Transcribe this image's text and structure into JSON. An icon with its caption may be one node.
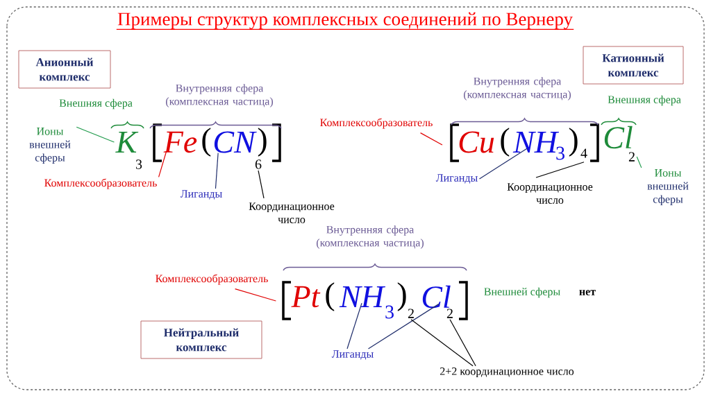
{
  "diagram": {
    "title": "Примеры структур комплексных соединений по Вернеру",
    "nodes": [
      {
        "text": [
          "Анионный комплекс"
        ]
      },
      {
        "text": [
          "Ионы",
          "внешней сферы"
        ]
      },
      {
        "text": [
          "K"
        ]
      },
      {
        "text": [
          "3"
        ]
      },
      {
        "text": [
          "Fe"
        ]
      },
      {
        "text": [
          "CN"
        ]
      },
      {
        "text": [
          "6"
        ]
      },
      {
        "text": [
          "Комплексообразователь"
        ]
      },
      {
        "text": [
          "Лиганды"
        ]
      },
      {
        "text": [
          "Координационное число"
        ]
      },
      {
        "text": [
          "Катионный комплекс"
        ]
      },
      {
        "text": [
          "Комплексообразователь"
        ]
      },
      {
        "text": [
          "Cu"
        ]
      },
      {
        "text": [
          "NH"
        ]
      },
      {
        "text": [
          "3"
        ]
      },
      {
        "text": [
          "4"
        ]
      },
      {
        "text": [
          "Cl"
        ]
      },
      {
        "text": [
          "2"
        ]
      },
      {
        "text": [
          "Лиганды"
        ]
      },
      {
        "text": [
          "Координационное число"
        ]
      },
      {
        "text": [
          "Ионы",
          "внешней сферы"
        ]
      },
      {
        "text": [
          "Комплексообразователь"
        ]
      },
      {
        "text": [
          "Pt"
        ]
      },
      {
        "text": [
          "NH"
        ]
      },
      {
        "text": [
          "3"
        ]
      },
      {
        "text": [
          "2"
        ]
      },
      {
        "text": [
          "Cl"
        ]
      },
      {
        "text": [
          "2"
        ]
      },
      {
        "text": [
          "Нейтральный комплекс"
        ]
      },
      {
        "text": [
          "Лиганды"
        ]
      },
      {
        "text": [
          "2+2 координационное число"
        ]
      }
    ],
    "edges": [
      {
        "from": 1,
        "to": 2,
        "arrow": "none",
        "color": "#1e9a4a"
      },
      {
        "from": 7,
        "to": 4,
        "arrow": "none",
        "color": "#e00000"
      },
      {
        "from": 8,
        "to": 5,
        "arrow": "none",
        "color": "#1f2d6b"
      },
      {
        "from": 9,
        "to": 6,
        "arrow": "none",
        "color": "#000000"
      },
      {
        "from": 11,
        "to": 12,
        "arrow": "none",
        "color": "#e00000"
      },
      {
        "from": 18,
        "to": 13,
        "arrow": "none",
        "color": "#1f2d6b"
      },
      {
        "from": 19,
        "to": 15,
        "arrow": "none",
        "color": "#000000"
      },
      {
        "from": 20,
        "to": 17,
        "arrow": "none",
        "color": "#1e9a4a"
      },
      {
        "from": 21,
        "to": 22,
        "arrow": "none",
        "color": "#e00000"
      },
      {
        "from": 29,
        "to": 23,
        "arrow": "none",
        "color": "#1f2d6b"
      },
      {
        "from": 29,
        "to": 26,
        "arrow": "none",
        "color": "#1f2d6b"
      },
      {
        "from": 30,
        "to": 25,
        "arrow": "none",
        "color": "#000000"
      },
      {
        "from": 30,
        "to": 27,
        "arrow": "none",
        "color": "#000000"
      }
    ],
    "labels": [
      "Внутренняя сфера (комплексная частица)",
      "Внешняя сфера",
      "(",
      ")",
      "Внутренняя сфера (комплексная частица)",
      "Внешняя сфера",
      "(",
      ")",
      "Внутренняя сфера (комплексная частица)",
      "(",
      ")",
      "Внешней сферы",
      "нет"
    ]
  }
}
